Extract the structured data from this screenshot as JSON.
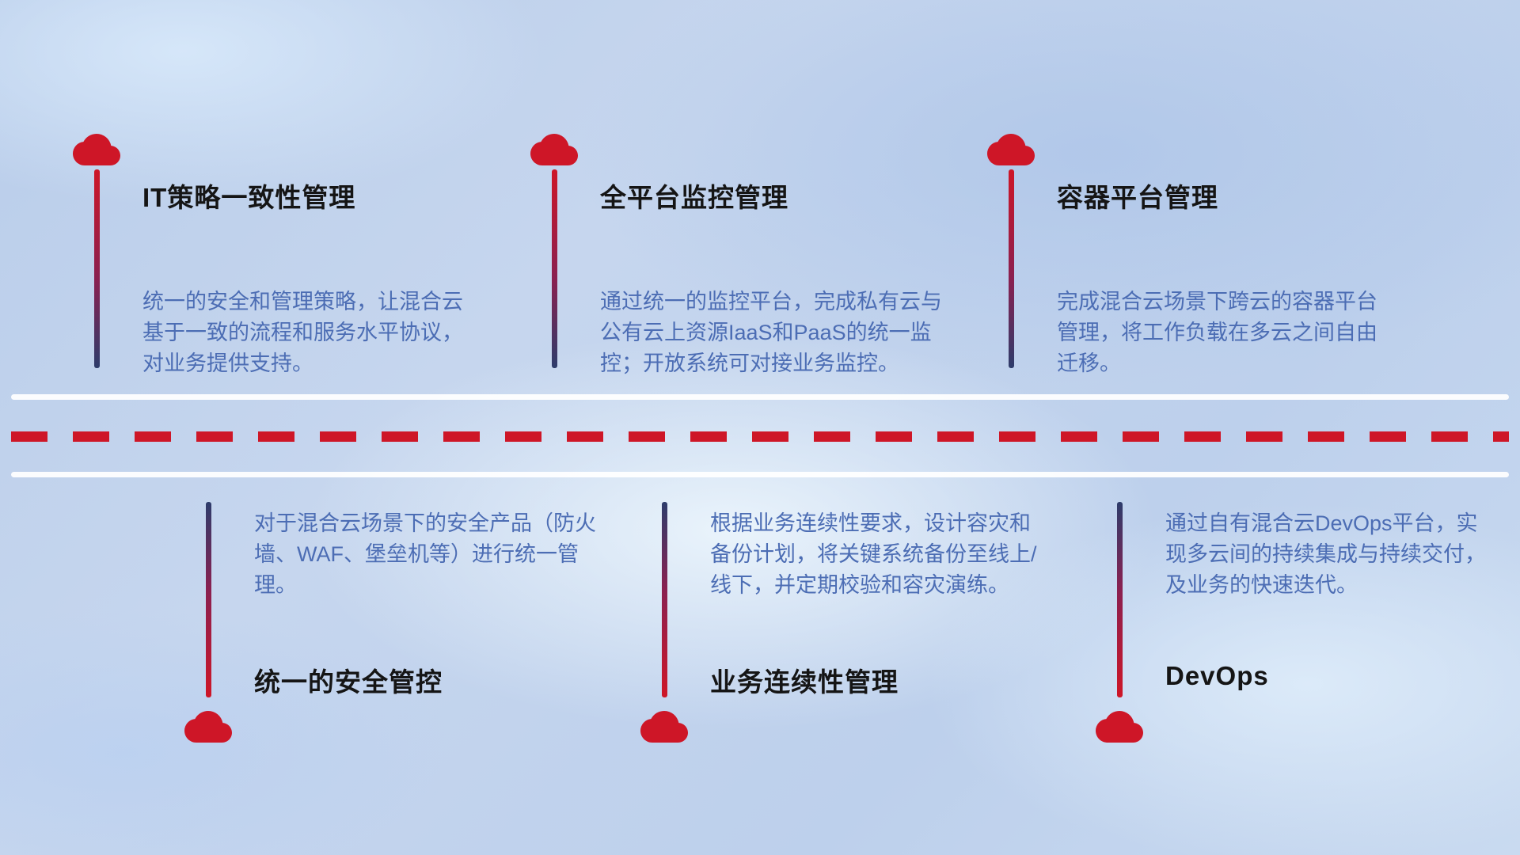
{
  "colors": {
    "accent_red": "#ce1627",
    "line_navy": "#2d3c6b",
    "desc_blue": "#4c6db4",
    "title_black": "#151515"
  },
  "items": [
    {
      "title": "IT策略一致性管理",
      "desc": "统一的安全和管理策略，让混合云基于一致的流程和服务水平协议，对业务提供支持。",
      "position": "top"
    },
    {
      "title": "全平台监控管理",
      "desc": "通过统一的监控平台，完成私有云与公有云上资源IaaS和PaaS的统一监控；开放系统可对接业务监控。",
      "position": "top"
    },
    {
      "title": "容器平台管理",
      "desc": "完成混合云场景下跨云的容器平台管理，将工作负载在多云之间自由迁移。",
      "position": "top"
    },
    {
      "title": "统一的安全管控",
      "desc": "对于混合云场景下的安全产品（防火墙、WAF、堡垒机等）进行统一管理。",
      "position": "bottom"
    },
    {
      "title": "业务连续性管理",
      "desc": "根据业务连续性要求，设计容灾和备份计划，将关键系统备份至线上/线下，并定期校验和容灾演练。",
      "position": "bottom"
    },
    {
      "title": "DevOps",
      "desc": "通过自有混合云DevOps平台，实现多云间的持续集成与持续交付，及业务的快速迭代。",
      "position": "bottom"
    }
  ]
}
